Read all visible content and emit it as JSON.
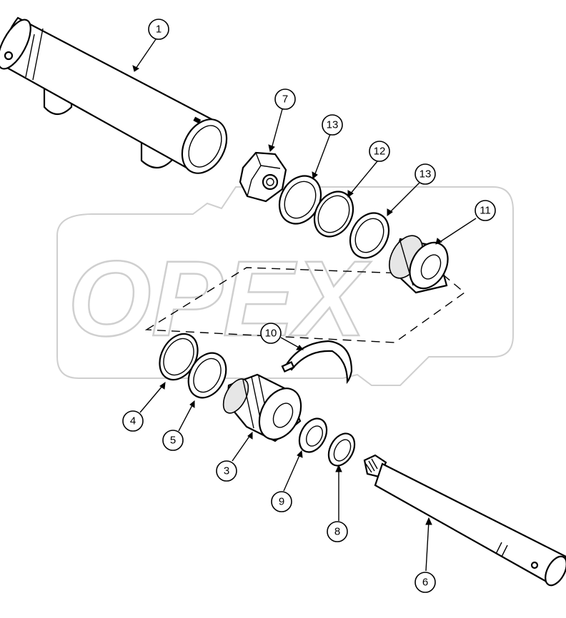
{
  "watermark": {
    "text": "OPEX"
  },
  "corner_code": "",
  "callouts": [
    {
      "id": "c1",
      "label": "1"
    },
    {
      "id": "c7",
      "label": "7"
    },
    {
      "id": "c13a",
      "label": "13"
    },
    {
      "id": "c12",
      "label": "12"
    },
    {
      "id": "c13b",
      "label": "13"
    },
    {
      "id": "c11",
      "label": "11"
    },
    {
      "id": "c10",
      "label": "10"
    },
    {
      "id": "c4",
      "label": "4"
    },
    {
      "id": "c5",
      "label": "5"
    },
    {
      "id": "c3",
      "label": "3"
    },
    {
      "id": "c9",
      "label": "9"
    },
    {
      "id": "c8",
      "label": "8"
    },
    {
      "id": "c6",
      "label": "6"
    }
  ],
  "colors": {
    "line": "#000000",
    "watermark": "#cfcfcf",
    "background": "#ffffff"
  }
}
